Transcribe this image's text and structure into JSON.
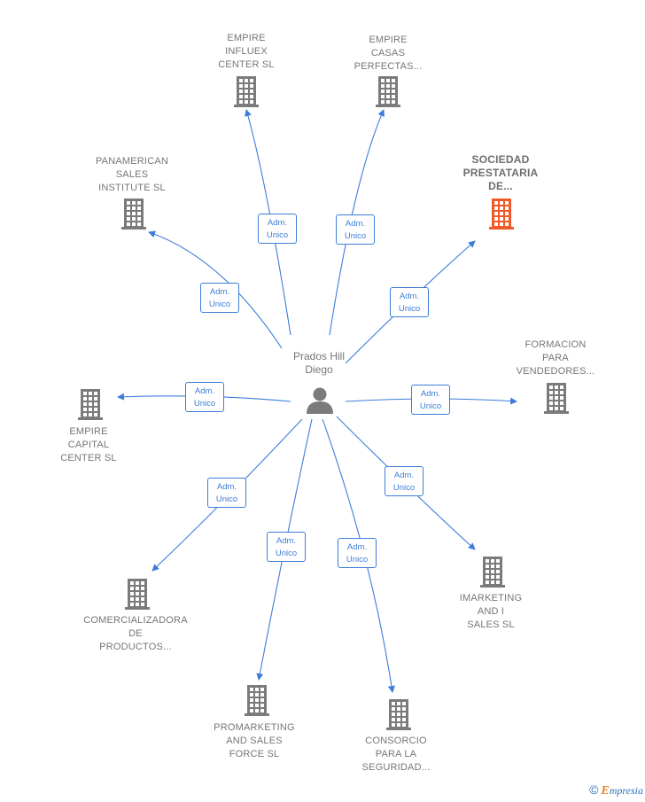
{
  "center": {
    "name": "Prados Hill\nDiego"
  },
  "relation_label": "Adm.\nUnico",
  "colors": {
    "edge": "#3d7dd8",
    "building": "#7b7b7b",
    "highlight": "#f05a28",
    "label": "#767676"
  },
  "companies": [
    {
      "id": "empire-influex",
      "label": "EMPIRE\nINFLUEX\nCENTER  SL",
      "highlight": false
    },
    {
      "id": "empire-casas",
      "label": "EMPIRE\nCASAS\nPERFECTAS...",
      "highlight": false
    },
    {
      "id": "panamerican",
      "label": "PANAMERICAN\nSALES\nINSTITUTE  SL",
      "highlight": false
    },
    {
      "id": "sociedad",
      "label": "SOCIEDAD\nPRESTATARIA\nDE...",
      "highlight": true
    },
    {
      "id": "formacion",
      "label": "FORMACION\nPARA\nVENDEDORES...",
      "highlight": false
    },
    {
      "id": "empire-capital",
      "label": "EMPIRE\nCAPITAL\nCENTER  SL",
      "highlight": false
    },
    {
      "id": "imarketing",
      "label": "IMARKETING\nAND I\nSALES  SL",
      "highlight": false
    },
    {
      "id": "comercializadora",
      "label": "COMERCIALIZADORA\nDE\nPRODUCTOS...",
      "highlight": false
    },
    {
      "id": "promarketing",
      "label": "PROMARKETING\nAND SALES\nFORCE  SL",
      "highlight": false
    },
    {
      "id": "consorcio",
      "label": "CONSORCIO\nPARA LA\nSEGURIDAD...",
      "highlight": false
    }
  ],
  "brand": {
    "copyright": "©",
    "first_letter": "E",
    "rest": "mpresia"
  }
}
